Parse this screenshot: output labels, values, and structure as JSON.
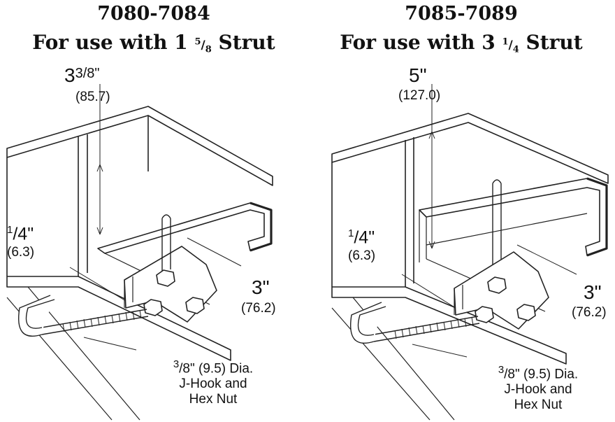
{
  "panels": [
    {
      "model_range": "7080-7084",
      "use_prefix": "For use with 1 ",
      "use_frac_num": "5",
      "use_frac_den": "8",
      "use_suffix": " Strut",
      "height_whole": "3",
      "height_frac": "3/8\"",
      "height_mm": "(85.7)",
      "gap_in": "\"",
      "gap_sup": "1",
      "gap_rest": "/4",
      "gap_mm": "(6.3)",
      "width_in": "3\"",
      "width_mm": "(76.2)",
      "hook_sup": "3",
      "hook_size": "/8\" (9.5) Dia.",
      "hook_line2": "J-Hook and",
      "hook_line3": "Hex Nut"
    },
    {
      "model_range": "7085-7089",
      "use_prefix": "For use with 3 ",
      "use_frac_num": "1",
      "use_frac_den": "4",
      "use_suffix": " Strut",
      "height_whole": "5\"",
      "height_frac": "",
      "height_mm": "(127.0)",
      "gap_in": "\"",
      "gap_sup": "1",
      "gap_rest": "/4",
      "gap_mm": "(6.3)",
      "width_in": "3\"",
      "width_mm": "(76.2)",
      "hook_sup": "3",
      "hook_size": "/8\" (9.5) Dia.",
      "hook_line2": "J-Hook and",
      "hook_line3": "Hex Nut"
    }
  ]
}
